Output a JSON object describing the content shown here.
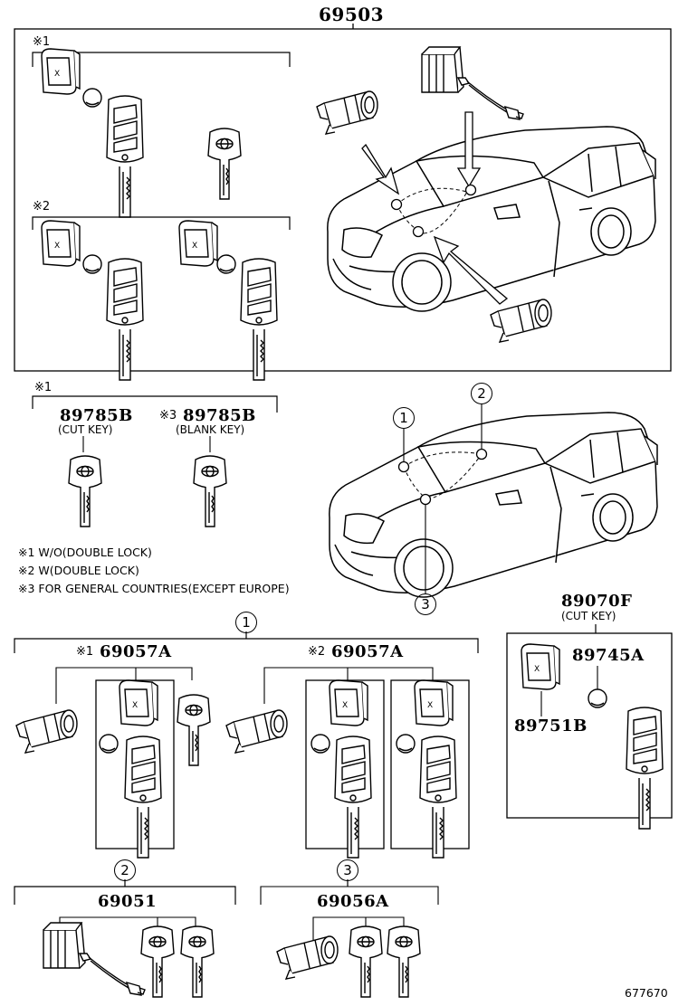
{
  "diagram": {
    "main_part": "69503",
    "group1_mark": "※1",
    "group2_mark": "※2",
    "sub_group_mark": "※1",
    "cut_key": {
      "part": "89785B",
      "label": "(CUT KEY)"
    },
    "blank_key": {
      "mark": "※3",
      "part": "89785B",
      "label": "(BLANK KEY)"
    },
    "notes": [
      "※1 W/O(DOUBLE LOCK)",
      "※2 W(DOUBLE LOCK)",
      "※3 FOR GENERAL COUNTRIES(EXCEPT EUROPE)"
    ],
    "callouts": [
      "1",
      "2",
      "3"
    ],
    "set1": {
      "circle": "1",
      "left": {
        "mark": "※1",
        "part": "69057A"
      },
      "right": {
        "mark": "※2",
        "part": "69057A"
      }
    },
    "right_panel": {
      "part": "89070F",
      "label": "(CUT KEY)",
      "battery_part": "89745A",
      "cover_part": "89751B"
    },
    "set2": {
      "circle": "2",
      "part": "69051"
    },
    "set3": {
      "circle": "3",
      "part": "69056A"
    },
    "figure_id": "677670"
  }
}
